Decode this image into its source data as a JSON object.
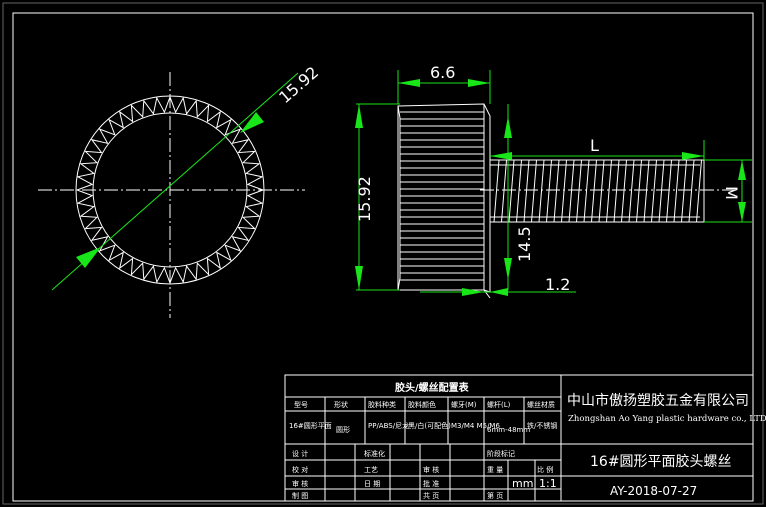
{
  "drawing": {
    "dimensions": {
      "diameter_circle": "15.92",
      "head_width": "6.6",
      "head_height": "15.92",
      "thread_length": "L",
      "thread_dia": "M",
      "knurl_height": "14.5",
      "flange": "1.2"
    }
  },
  "title_block": {
    "table_title": "胶头/螺丝配置表",
    "headers": [
      "型号",
      "形状",
      "胶料种类",
      "胶料颜色",
      "螺牙(M)",
      "螺杆(L)",
      "螺丝材质"
    ],
    "row": [
      "16#圆形平面",
      "圆形",
      "PP/ABS/尼龙",
      "黑/白(可配色)",
      "M3/M4 M5/M6",
      "6mm-48mm",
      "铁/不锈钢"
    ],
    "company_cn": "中山市傲扬塑胶五金有限公司",
    "company_en": "Zhongshan Ao Yang plastic hardware co., LTD",
    "part_name": "16#圆形平面胶头螺丝",
    "date": "AY-2018-07-27",
    "unit": "mm",
    "scale": "1:1",
    "small_labels": {
      "r1": [
        "设 计",
        "标准化",
        "阶段标记",
        "重 量",
        "比 例"
      ],
      "r2": [
        "校 对",
        "工艺",
        "审 核",
        "批 准"
      ],
      "r3": [
        "审 核",
        "日 期",
        "共 页",
        "第 页"
      ],
      "r4": [
        "制 图"
      ]
    }
  }
}
